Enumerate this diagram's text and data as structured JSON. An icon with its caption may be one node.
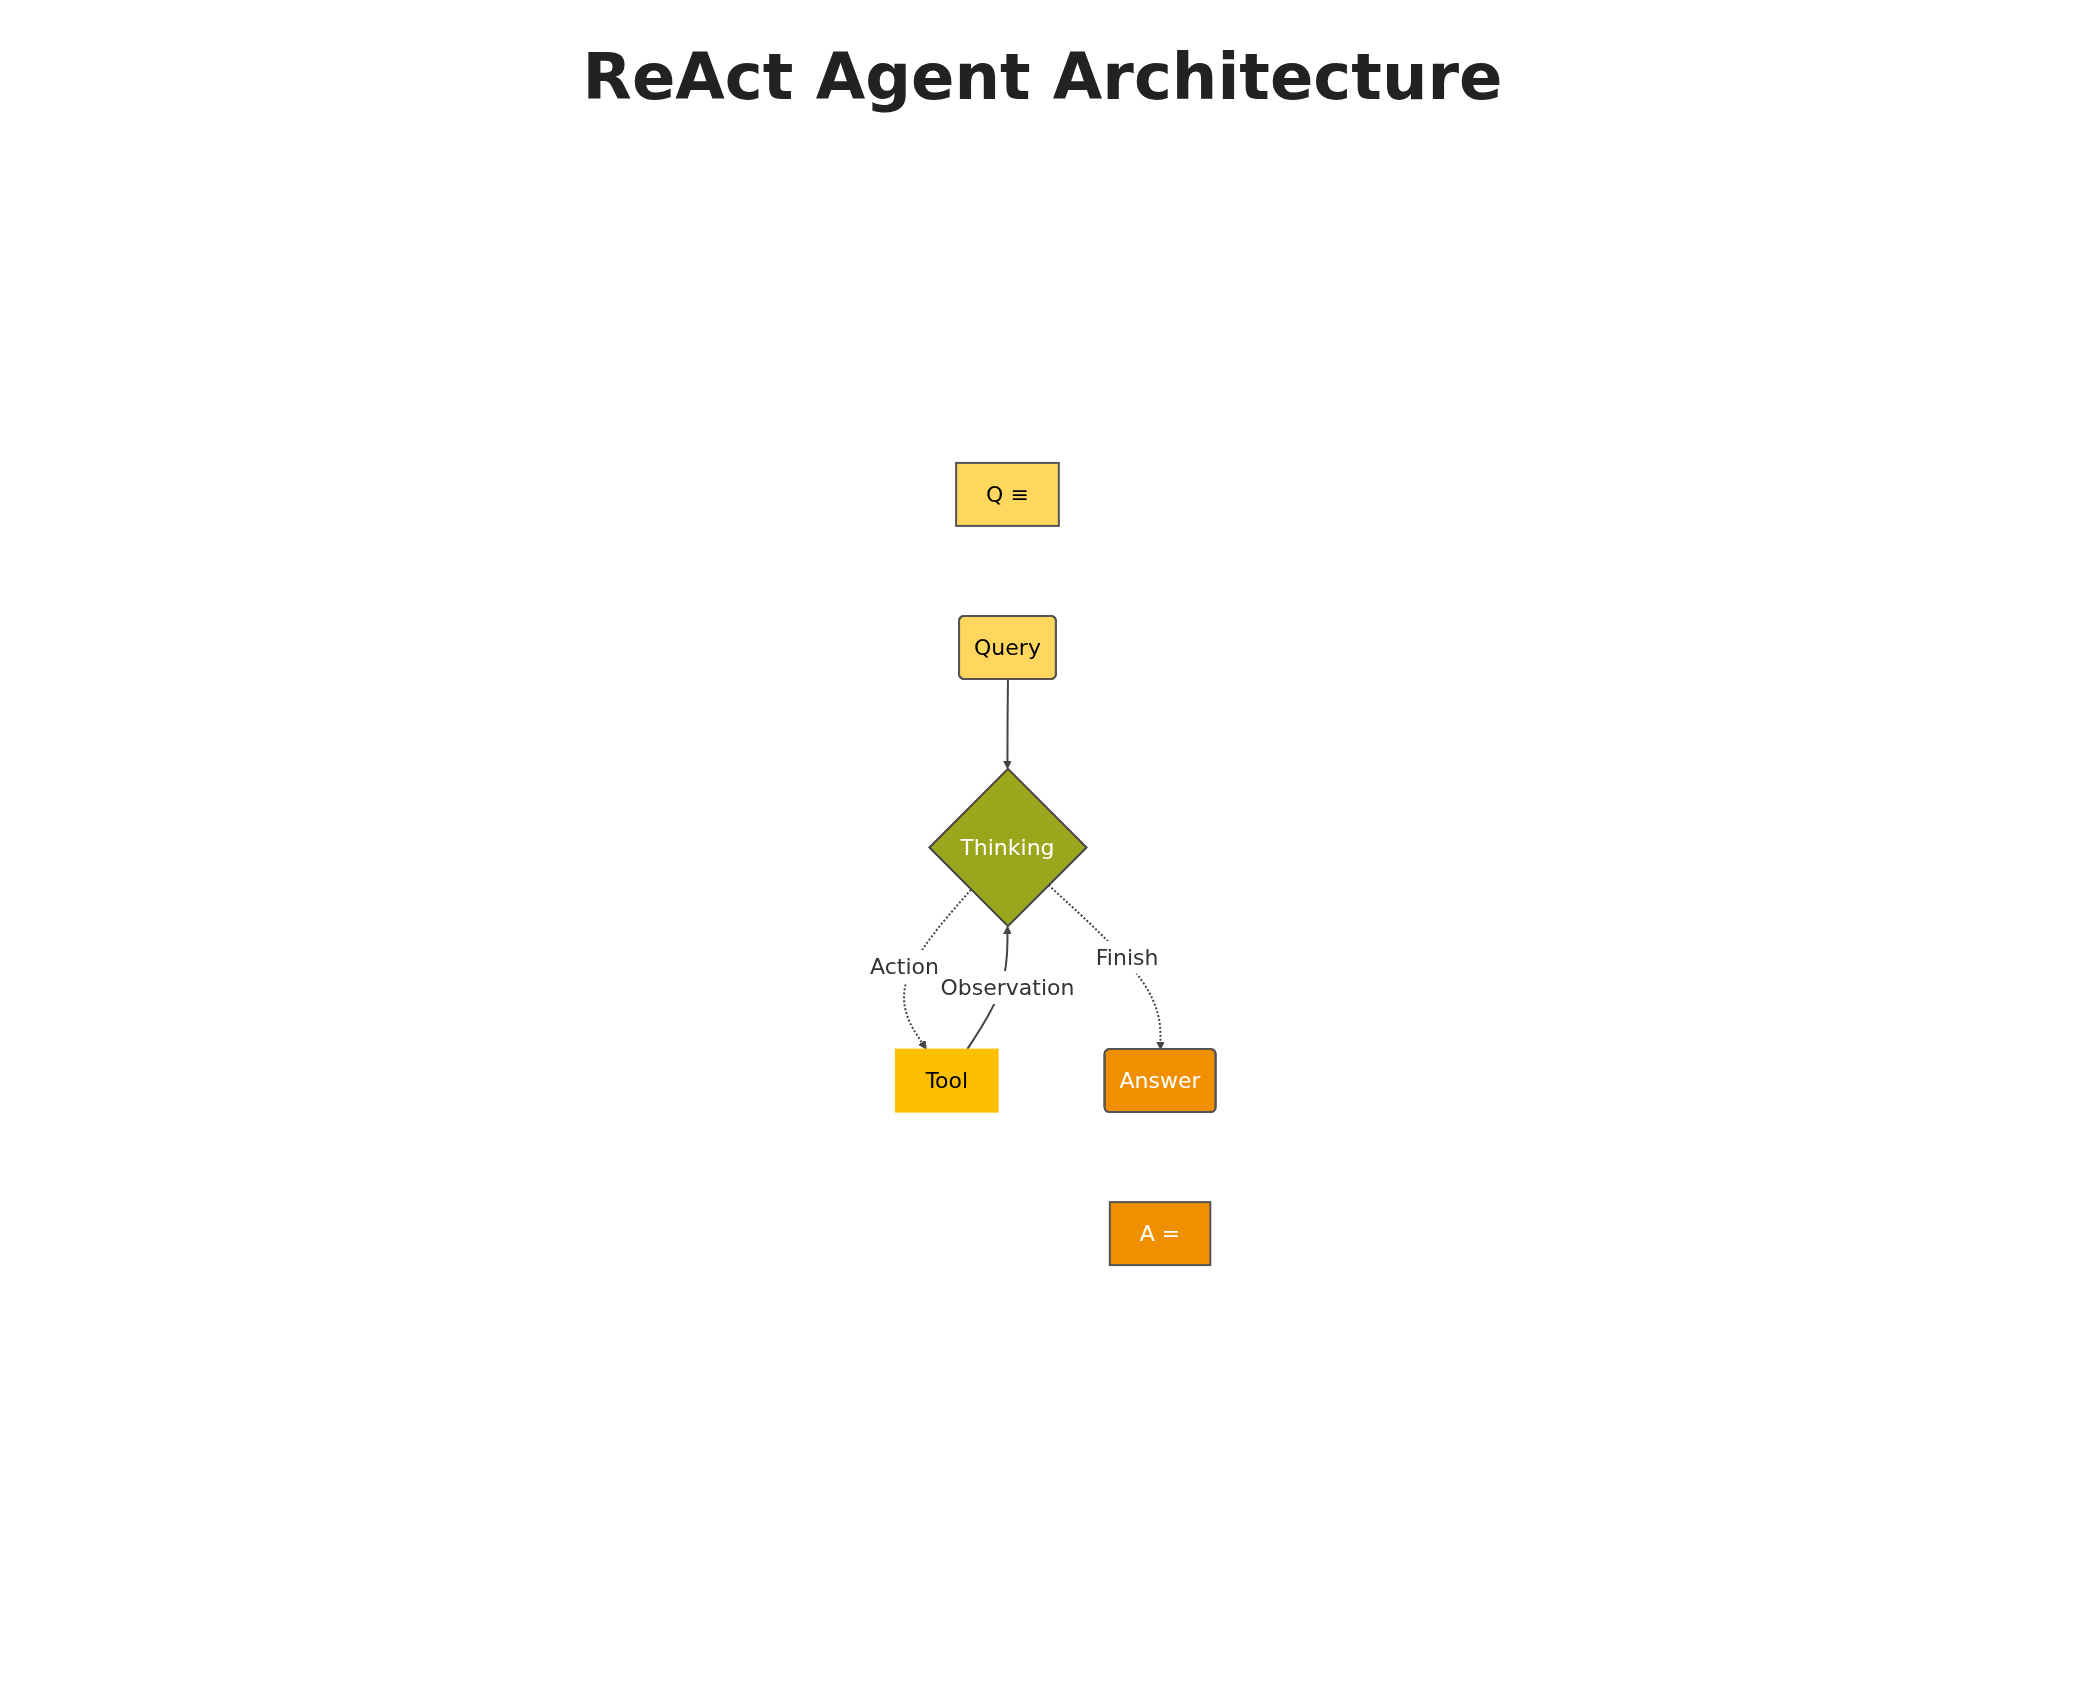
{
  "diagram": {
    "title": "ReAct Agent Architecture",
    "nodes": [
      {
        "text": [
          "Q ≡"
        ]
      },
      {
        "text": [
          "Query"
        ]
      },
      {
        "text": [
          "Thinking"
        ]
      },
      {
        "text": [
          "Tool"
        ]
      },
      {
        "text": [
          "Answer"
        ]
      },
      {
        "text": [
          "A ="
        ]
      }
    ],
    "edges": [
      {
        "from": 1,
        "to": 2,
        "arrow": "to"
      },
      {
        "from": 2,
        "to": 3,
        "arrow": "to",
        "label": "Action",
        "style": "dashed"
      },
      {
        "from": 3,
        "to": 2,
        "arrow": "to",
        "label": "Observation"
      },
      {
        "from": 2,
        "to": 4,
        "arrow": "to",
        "label": "Finish",
        "style": "dashed"
      }
    ]
  }
}
